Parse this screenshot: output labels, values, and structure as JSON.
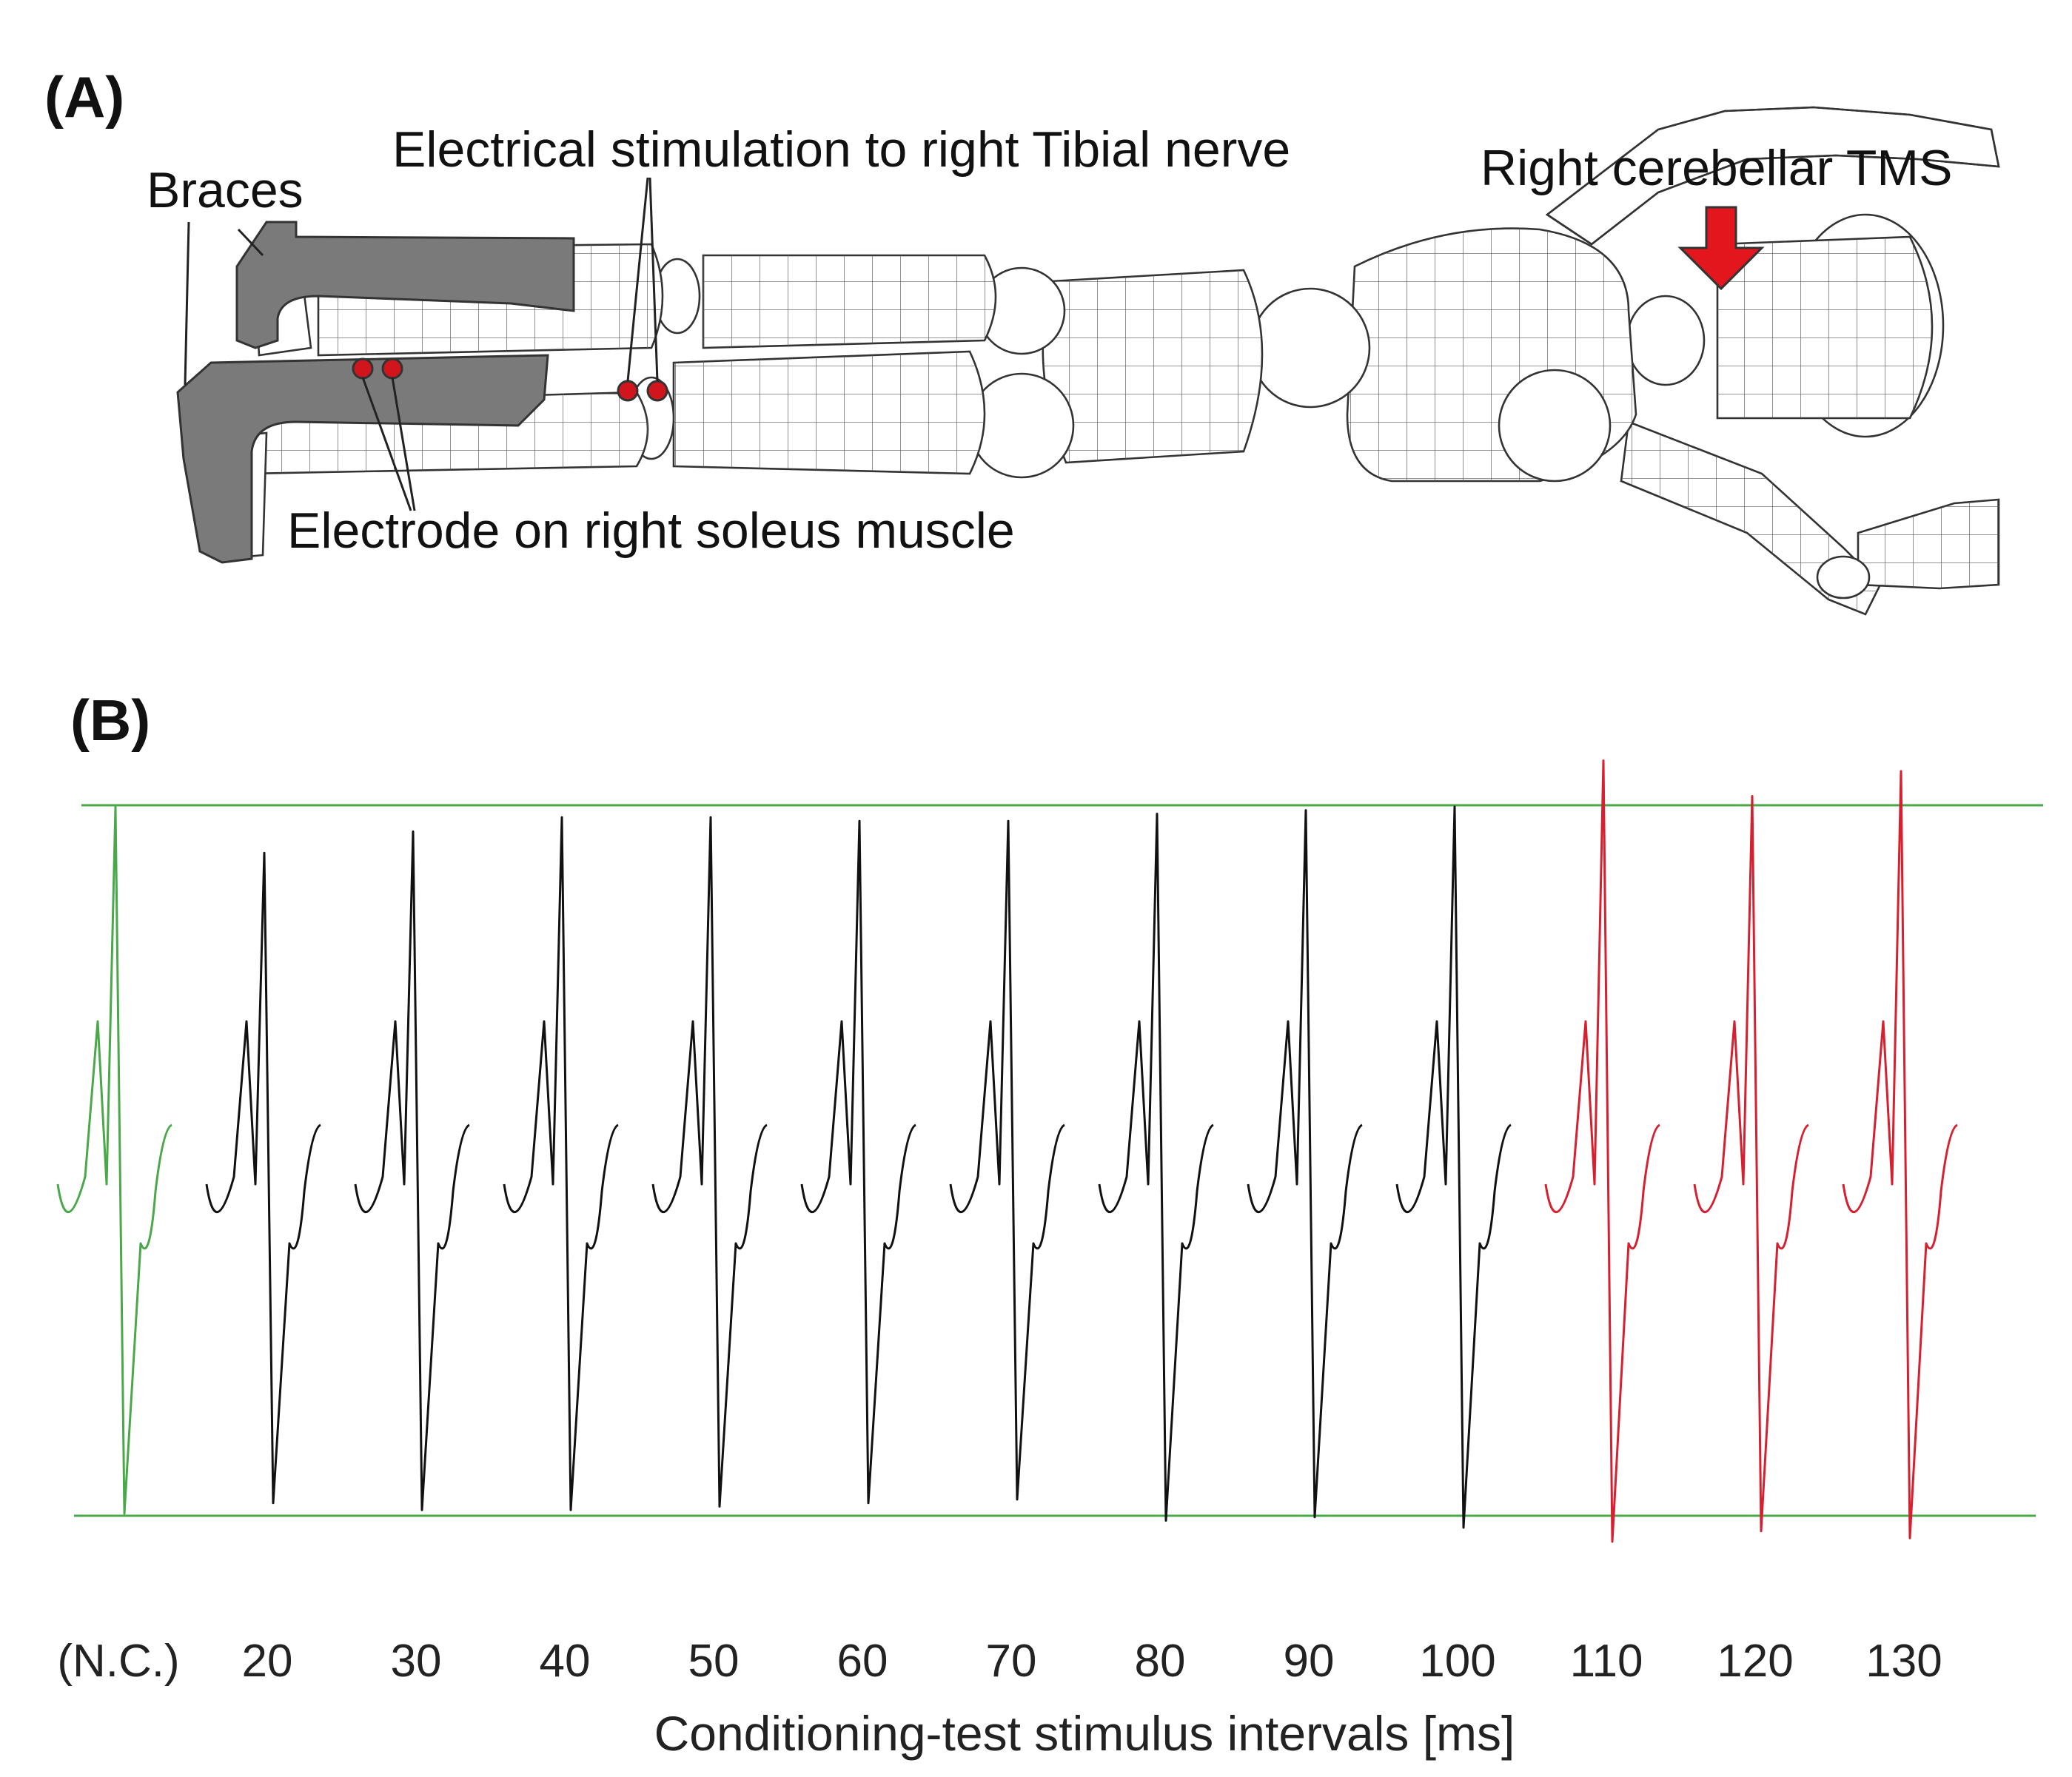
{
  "panel_a": {
    "label": "(A)",
    "annotations": {
      "braces": "Braces",
      "stimulation": "Electrical stimulation to right Tibial nerve",
      "tms": "Right cerebellar TMS",
      "electrode": "Electrode on right soleus muscle"
    },
    "colors": {
      "electrode": "#d0161c",
      "tms_arrow": "#e3161d",
      "brace": "#7a7a7a"
    }
  },
  "panel_b": {
    "label": "(B)",
    "xlabel": "Conditioning-test stimulus intervals [ms]",
    "reference_color": "#4aa84a",
    "traces": [
      {
        "label": "(N.C.)",
        "group": "control",
        "color": "#4aa84a",
        "peak": 1.0,
        "trough": 1.0
      },
      {
        "label": "20",
        "group": "black",
        "color": "#111111",
        "peak": 0.87,
        "trough": 0.97
      },
      {
        "label": "30",
        "group": "black",
        "color": "#111111",
        "peak": 0.93,
        "trough": 0.99
      },
      {
        "label": "40",
        "group": "black",
        "color": "#111111",
        "peak": 0.97,
        "trough": 0.99
      },
      {
        "label": "50",
        "group": "black",
        "color": "#111111",
        "peak": 0.97,
        "trough": 0.98
      },
      {
        "label": "60",
        "group": "black",
        "color": "#111111",
        "peak": 0.96,
        "trough": 0.97
      },
      {
        "label": "70",
        "group": "black",
        "color": "#111111",
        "peak": 0.96,
        "trough": 0.96
      },
      {
        "label": "80",
        "group": "black",
        "color": "#111111",
        "peak": 0.98,
        "trough": 1.02
      },
      {
        "label": "90",
        "group": "black",
        "color": "#111111",
        "peak": 0.99,
        "trough": 1.01
      },
      {
        "label": "100",
        "group": "black",
        "color": "#111111",
        "peak": 1.0,
        "trough": 1.04
      },
      {
        "label": "110",
        "group": "red",
        "color": "#d62030",
        "peak": 1.13,
        "trough": 1.08
      },
      {
        "label": "120",
        "group": "red",
        "color": "#d62030",
        "peak": 1.03,
        "trough": 1.05
      },
      {
        "label": "130",
        "group": "red",
        "color": "#d62030",
        "peak": 1.1,
        "trough": 1.07
      }
    ]
  }
}
